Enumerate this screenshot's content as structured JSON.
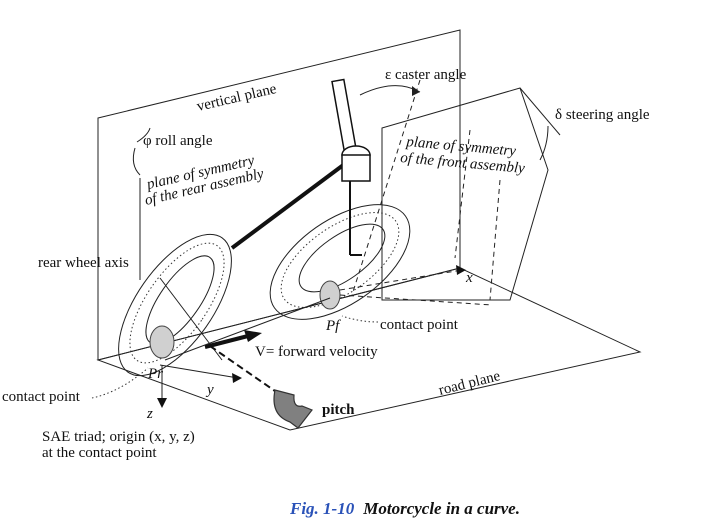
{
  "labels": {
    "vertical_plane": "vertical plane",
    "caster_angle": "ε caster angle",
    "steering_angle": "δ steering angle",
    "roll_angle": "φ roll angle",
    "front_sym_1": "plane of symmetry",
    "front_sym_2": "of the front assembly",
    "rear_sym_1": "plane of symmetry",
    "rear_sym_2": "of the rear assembly",
    "rear_wheel_axis": "rear wheel axis",
    "x_axis": "x",
    "pf": "Pf",
    "contact_point_front": "contact point",
    "forward_velocity": "V= forward velocity",
    "pr": "Pr",
    "y_axis": "y",
    "contact_point_rear": "contact point",
    "z_axis": "z",
    "pitch": "pitch",
    "road_plane": "road plane",
    "sae_1": "SAE triad; origin (x, y, z)",
    "sae_2": "at the contact point"
  },
  "caption": {
    "number": "Fig. 1-10",
    "text": "Motorcycle in a curve."
  },
  "colors": {
    "caption_number": "#2a52b8",
    "pitch_arrow": "#808080",
    "contact_patch": "#d0d0d0"
  }
}
